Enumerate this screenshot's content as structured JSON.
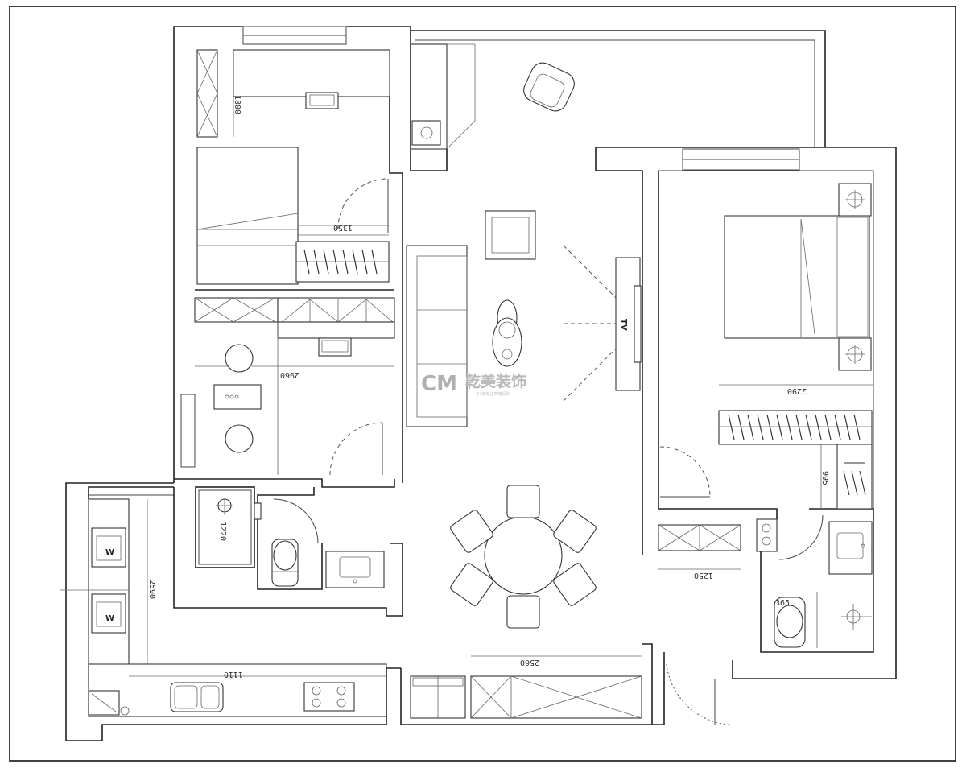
{
  "dimensions": {
    "bedroom_top_depth": "1800",
    "bedroom_top_door": "1350",
    "study_width": "2960",
    "bath_left_width": "1220",
    "kitchen_depth": "2590",
    "kitchen_length": "1110",
    "master_wardrobe": "2290",
    "master_closet": "995",
    "master_cabinet": "1250",
    "master_bath_basin": "365",
    "dining_cabinet": "2560"
  },
  "labels": {
    "tv": "TV",
    "washer_1": "W",
    "washer_2": "W"
  },
  "watermark": {
    "logo": "CM",
    "brand": "乾美装饰",
    "tagline": "17年专注高端设计"
  }
}
